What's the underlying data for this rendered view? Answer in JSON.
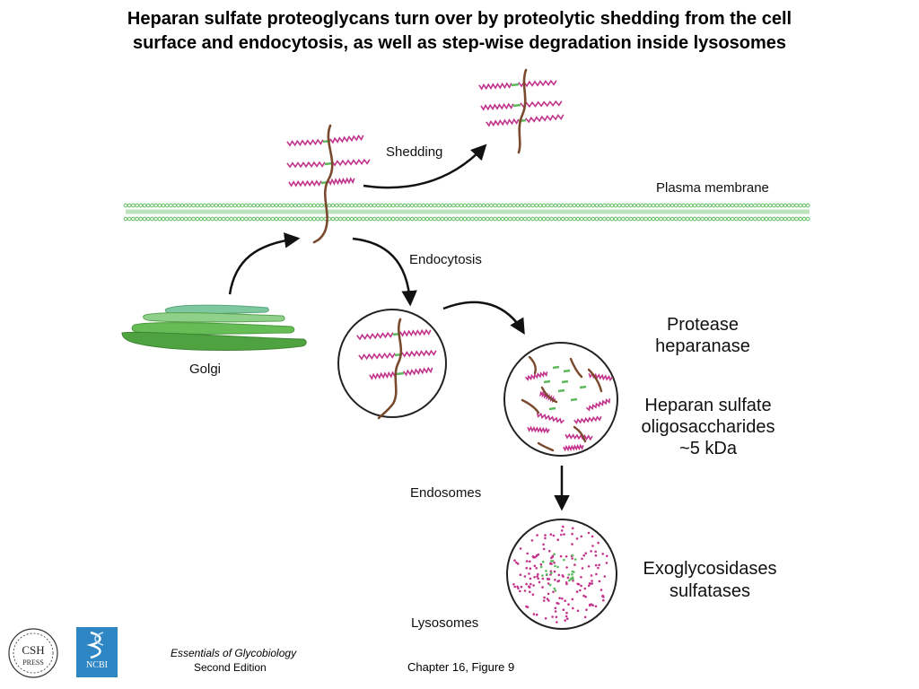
{
  "title": {
    "line1": "Heparan sulfate proteoglycans turn over by proteolytic shedding from the cell",
    "line2": "surface and endocytosis, as well as step-wise degradation inside lysosomes"
  },
  "labels": {
    "shedding": "Shedding",
    "plasma_membrane": "Plasma membrane",
    "endocytosis": "Endocytosis",
    "golgi": "Golgi",
    "endosomes": "Endosomes",
    "lysosomes": "Lysosomes",
    "protease_line1": "Protease",
    "protease_line2": "heparanase",
    "oligo_line1": "Heparan sulfate",
    "oligo_line2": "oligosaccharides",
    "oligo_line3": "~5 kDa",
    "exo_line1": "Exoglycosidases",
    "exo_line2": "sulfatases"
  },
  "footer": {
    "book_title": "Essentials of Glycobiology",
    "book_edition": "Second Edition",
    "figure_ref": "Chapter 16, Figure  9",
    "csh_logo_text_top": "CSH",
    "csh_logo_text_bottom": "PRESS",
    "ncbi_logo_text": "NCBI"
  },
  "colors": {
    "core_protein": "#7a4a2e",
    "heparan_chain": "#c2338c",
    "linkage": "#5cb85c",
    "membrane": "#6cc36c",
    "golgi_dark": "#4ea23f",
    "golgi_light": "#7ec8a0",
    "arrow": "#111111",
    "vesicle_outline": "#222222",
    "ncbi_blue": "#2f86c4"
  }
}
